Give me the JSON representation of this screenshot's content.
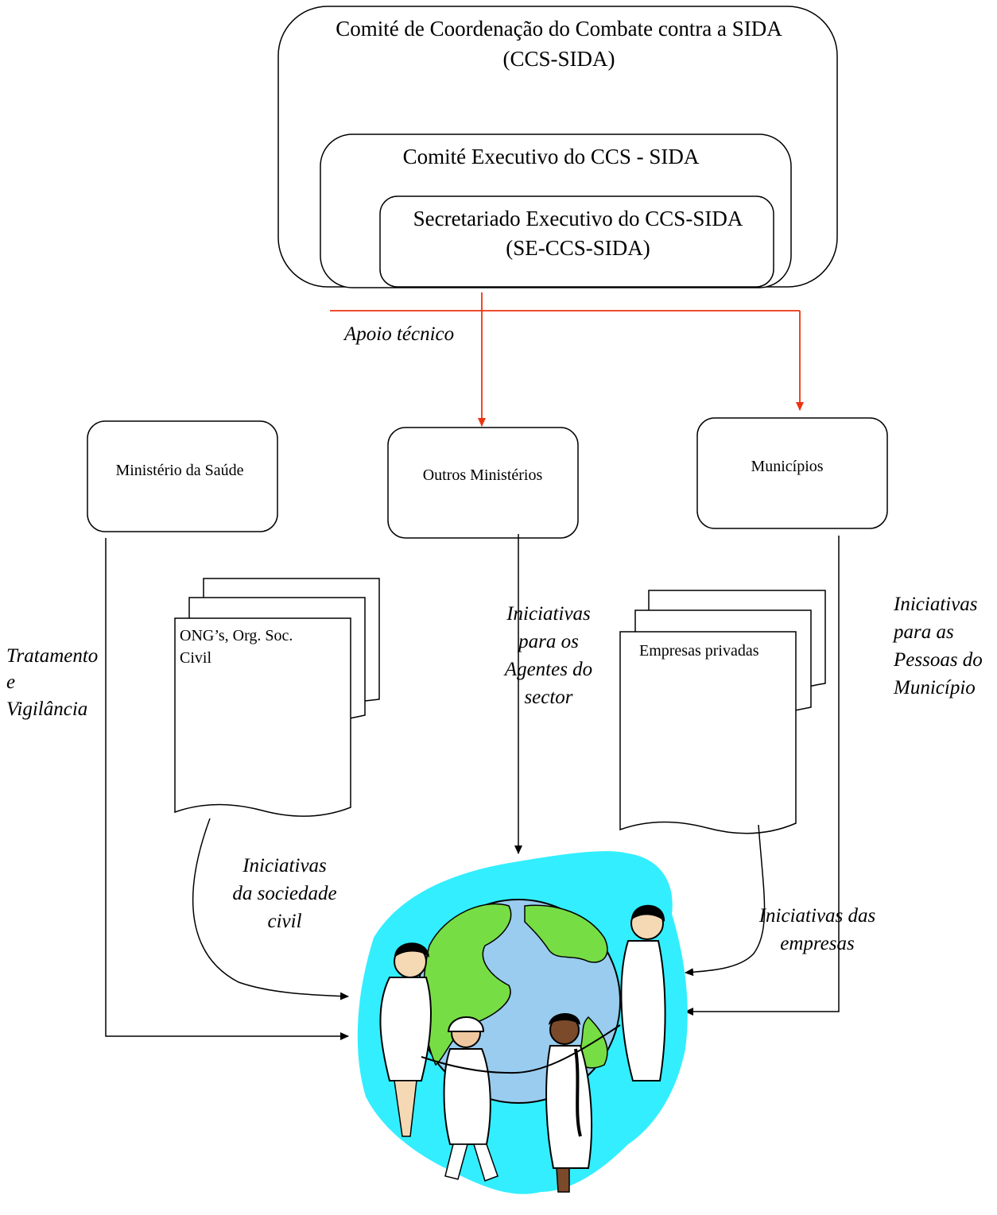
{
  "committee": {
    "title_line1": "Comité de Coordenação do Combate contra a SIDA",
    "title_line2": "(CCS-SIDA)"
  },
  "executive_committee": {
    "title": "Comité Executivo do CCS - SIDA"
  },
  "secretariat": {
    "title_line1": "Secretariado Executivo do CCS-SIDA",
    "title_line2": "(SE-CCS-SIDA)"
  },
  "support_label": "Apoio técnico",
  "ministries": {
    "health": "Ministério da Saúde",
    "others": "Outros Ministérios",
    "municipalities": "Municípios"
  },
  "documents": {
    "ngo_line1": "ONG’s, Org. Soc.",
    "ngo_line2": "Civil",
    "companies": "Empresas privadas"
  },
  "flow_labels": {
    "treatment": [
      "Tratamento",
      "e",
      "Vigilância"
    ],
    "sector": [
      "Iniciativas",
      "para os",
      "Agentes do",
      "sector"
    ],
    "municipality": [
      "Iniciativas",
      "para as",
      "Pessoas do",
      "Município"
    ],
    "civil": [
      "Iniciativas",
      "da sociedade",
      "civil"
    ],
    "companies": [
      "Iniciativas das",
      "empresas"
    ]
  },
  "colors": {
    "support_arrow": "#ee3311",
    "globe_splash": "#33eeff",
    "land": "#77dd44",
    "ocean": "#99ccee"
  },
  "icons": {
    "globe": "globe-people-icon"
  }
}
